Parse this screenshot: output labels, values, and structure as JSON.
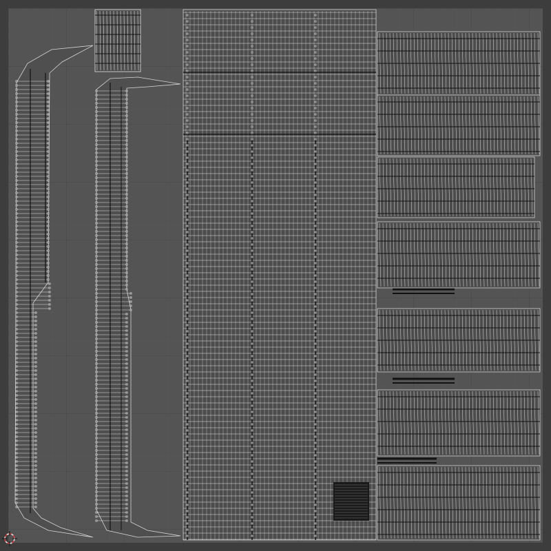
{
  "editor": {
    "background_color": "#3d3d3d",
    "uv_tile_color": "#545454",
    "grid_minor_color": "#5c5c5c",
    "grid_major_color": "#4a4a4a",
    "edge_color": "#e6e6e6",
    "seam_color": "#111111",
    "vertex_color": "#0a0a0a"
  },
  "cursor": {
    "icon": "2d-cursor-icon",
    "ring_color_a": "#e8e8e8",
    "ring_color_b": "#d43a3a"
  },
  "islands": {
    "strap_left": "uv-island-strap-left",
    "strap_right": "uv-island-strap-right",
    "top_block": "uv-island-top-block",
    "main_grid": "uv-island-main-grid",
    "right_stack": "uv-island-right-stack",
    "selected_block": "uv-island-selected-block"
  }
}
